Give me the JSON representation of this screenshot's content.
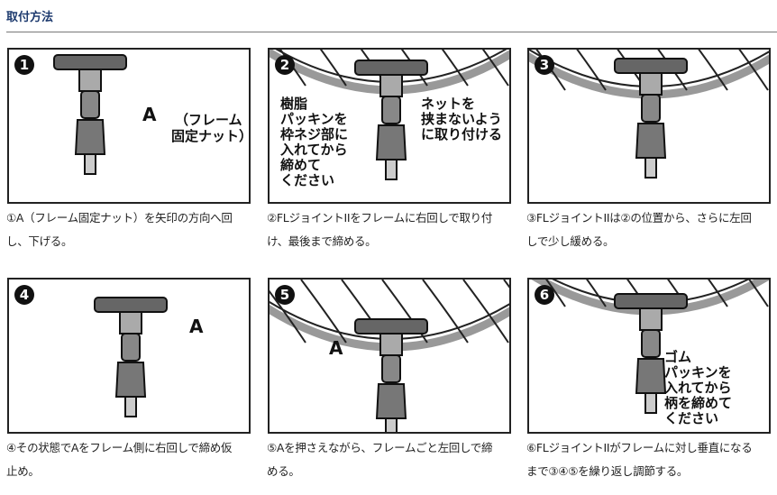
{
  "title": "取付方法",
  "steps": [
    {
      "num": "1",
      "labels": [
        "A",
        "（フレーム",
        "固定ナット）"
      ],
      "caption": [
        "①A（フレーム固定ナット）を矢印の方向へ回",
        "し、下げる。"
      ]
    },
    {
      "num": "2",
      "labels": [
        "樹脂\nパッキンを\n枠ネジ部に\n入れてから\n締めて\nください",
        "ネットを\n挟まないよう\nに取り付ける"
      ],
      "caption": [
        "②FLジョイントIIをフレームに右回しで取り付",
        "け、最後まで締める。"
      ]
    },
    {
      "num": "3",
      "labels": [],
      "caption": [
        "③FLジョイントIIは②の位置から、さらに左回",
        "しで少し緩める。"
      ]
    },
    {
      "num": "4",
      "labels": [
        "A"
      ],
      "caption": [
        "④その状態でAをフレーム側に右回しで締め仮",
        "止め。"
      ]
    },
    {
      "num": "5",
      "labels": [
        "A"
      ],
      "caption": [
        "⑤Aを押さえながら、フレームごと左回しで締",
        "める。"
      ]
    },
    {
      "num": "6",
      "labels": [
        "ゴム\nパッキンを\n入れてから\n柄を締めて\nください"
      ],
      "caption": [
        "⑥FLジョイントIIがフレームに対し垂直になる",
        "まで③④⑤を繰り返し調節する。"
      ]
    }
  ]
}
